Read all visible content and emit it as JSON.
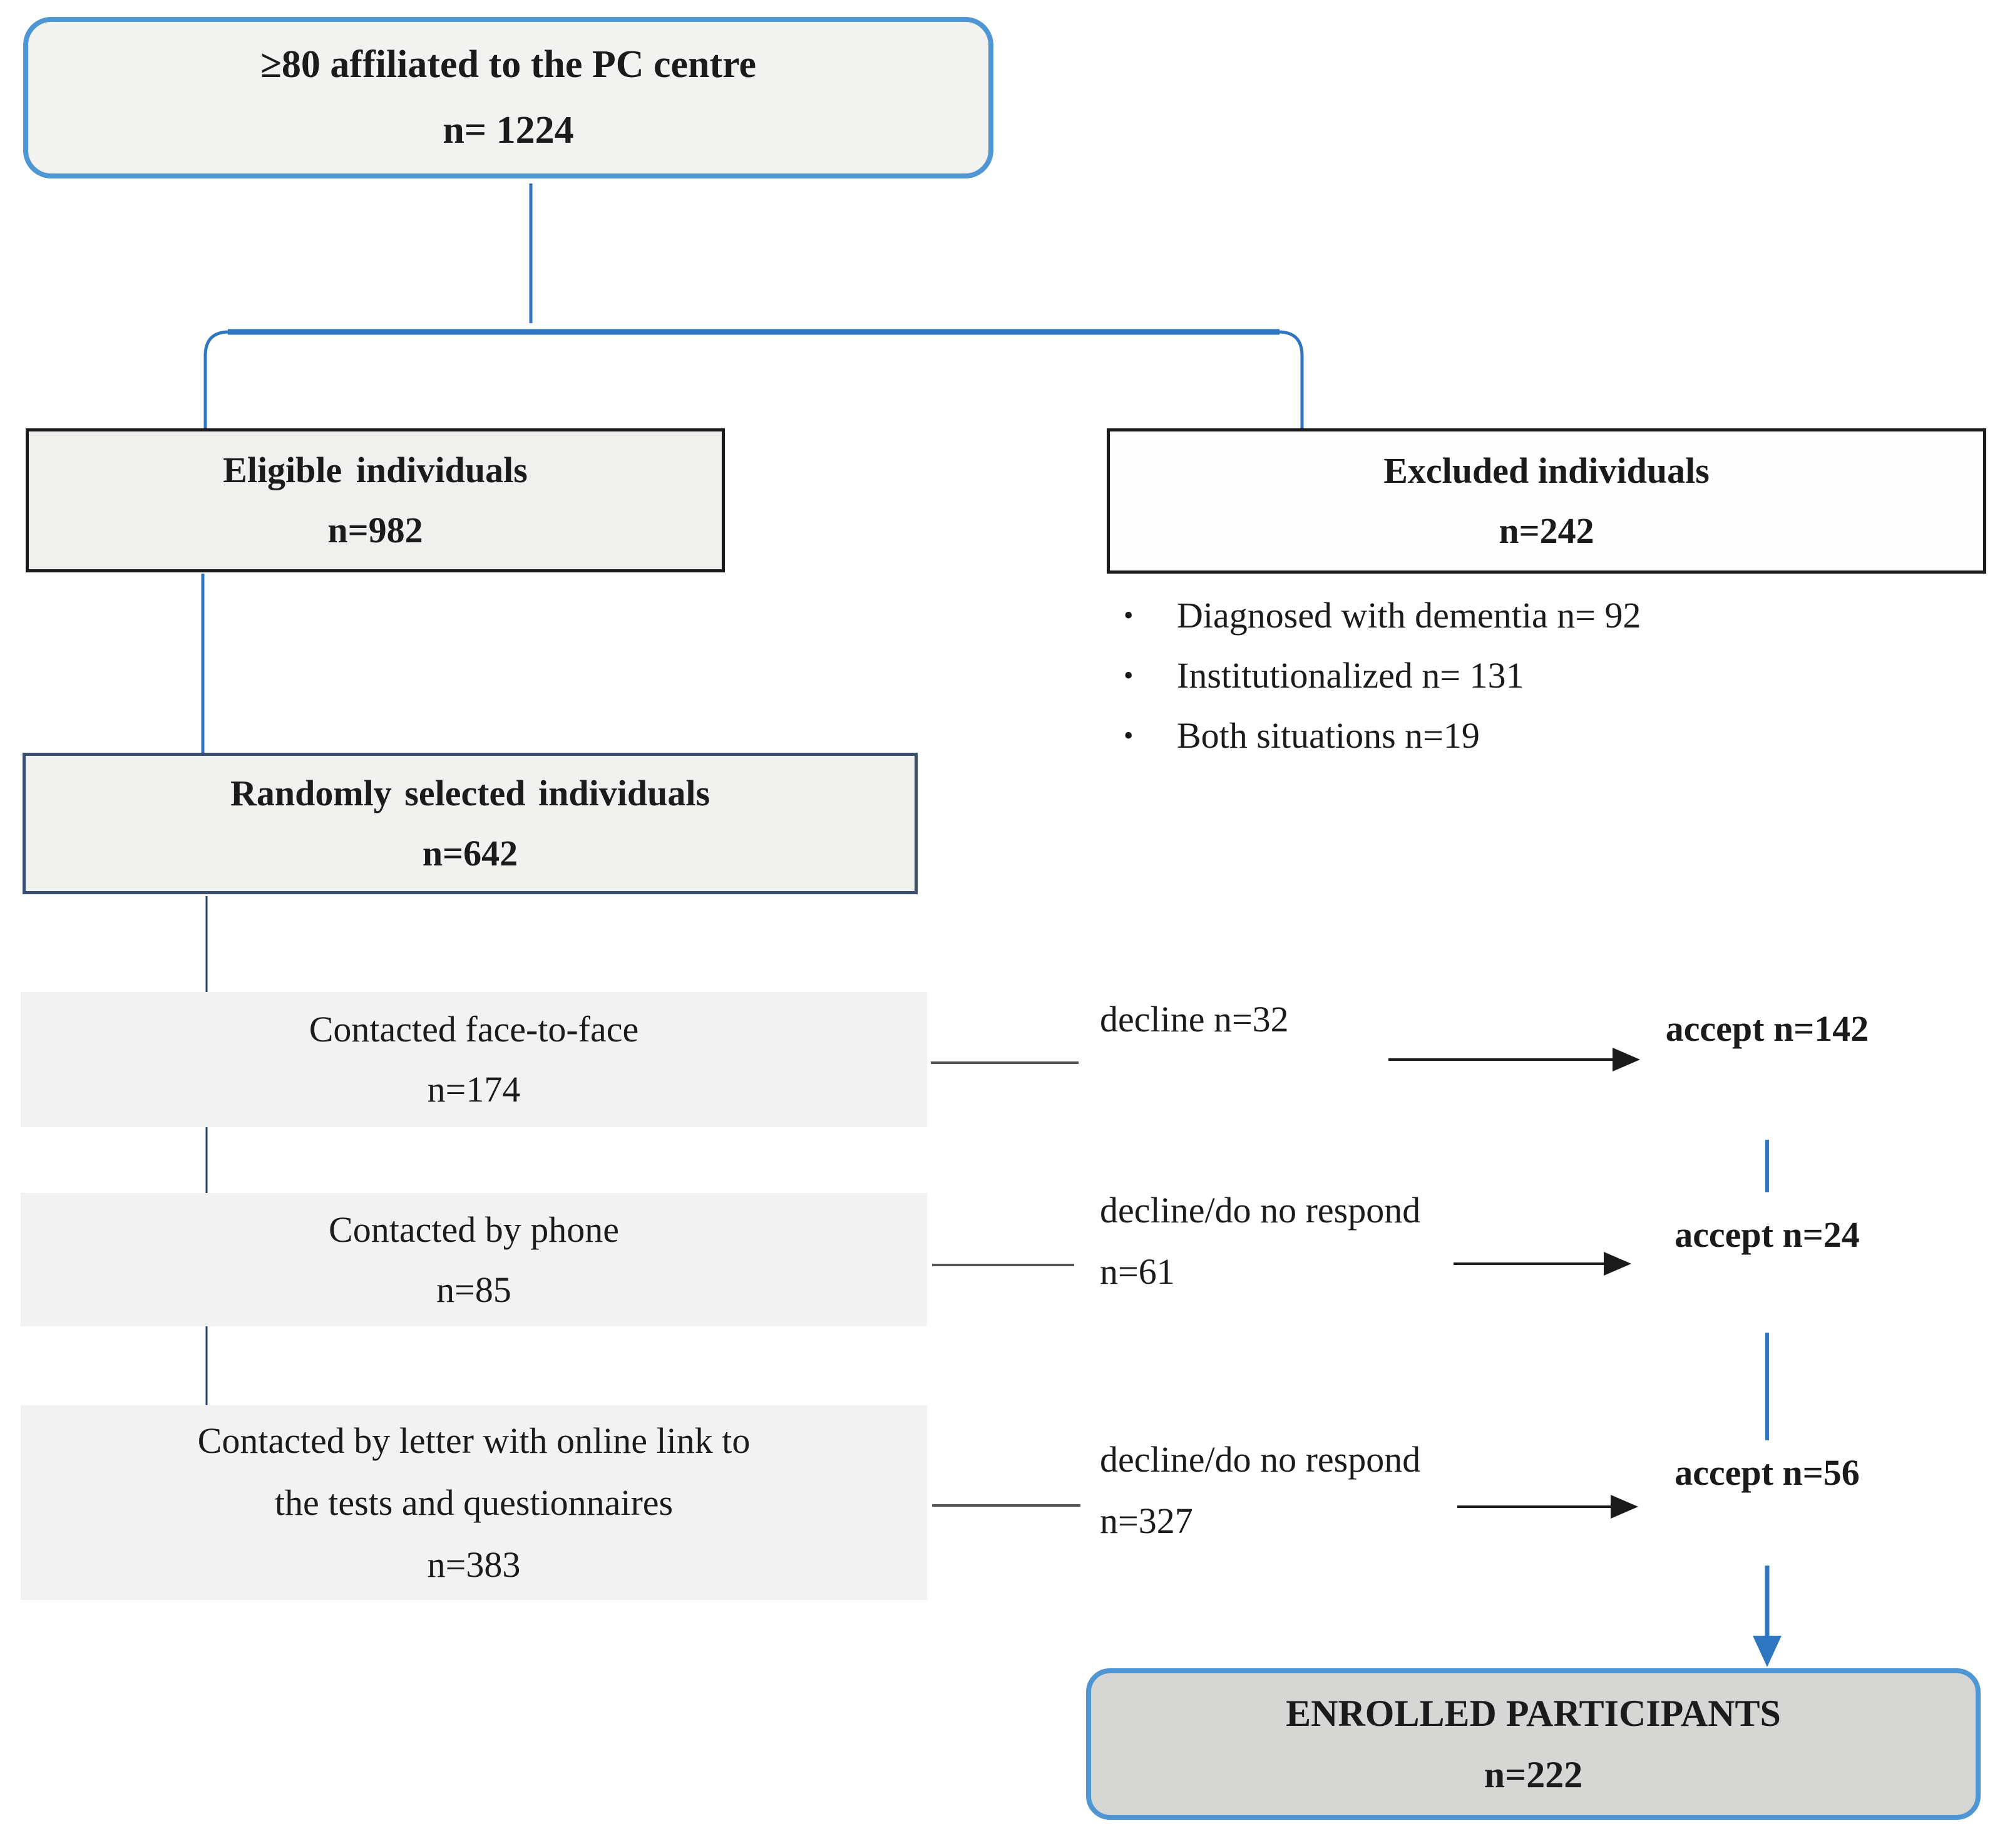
{
  "colors": {
    "box_border_blue": "#4e97d4",
    "connector_blue": "#2f76c0",
    "dark_border": "#1a1a1a",
    "slate_border": "#3a4f6f",
    "navy_line": "#24406b",
    "gray_line": "#555555",
    "light_fill": "#f2f2f1",
    "row_fill": "#f2f2f2",
    "white_fill": "#fdfdfd",
    "enrolled_fill": "#d6d6d5"
  },
  "flow": {
    "top_box": {
      "line1": "≥80 affiliated to the PC centre",
      "line2": "n= 1224"
    },
    "eligible_box": {
      "line1": "Eligible individuals",
      "line2": "n=982"
    },
    "excluded_box": {
      "line1": "Excluded individuals",
      "line2": "n=242"
    },
    "excluded_reasons": [
      {
        "bullet": "•",
        "text": "Diagnosed with dementia n= 92"
      },
      {
        "bullet": "•",
        "text": "Institutionalized n= 131"
      },
      {
        "bullet": "•",
        "text": "Both situations n=19"
      }
    ],
    "random_box": {
      "line1": "Randomly selected individuals",
      "line2": "n=642"
    },
    "contact_rows": [
      {
        "box_line1": "Contacted face-to-face",
        "box_line2": "n=174",
        "decline_line1": "decline",
        "decline_line2": "n=32",
        "accept_line1": "accept",
        "accept_line2": "n=142"
      },
      {
        "box_line1": "Contacted by phone",
        "box_line2": "n=85",
        "decline_line1": "decline/do no",
        "decline_line2": "respond n=61",
        "accept_line1": "accept",
        "accept_line2": "n=24"
      },
      {
        "box_line1": "Contacted by letter with online link to",
        "box_line2": "the tests and questionnaires",
        "box_line3": "n=383",
        "decline_line1": "decline/do no",
        "decline_line2": "respond n=327",
        "accept_line1": "accept",
        "accept_line2": "n=56"
      }
    ],
    "enrolled_box": {
      "line1": "ENROLLED PARTICIPANTS",
      "line2": "n=222"
    }
  }
}
